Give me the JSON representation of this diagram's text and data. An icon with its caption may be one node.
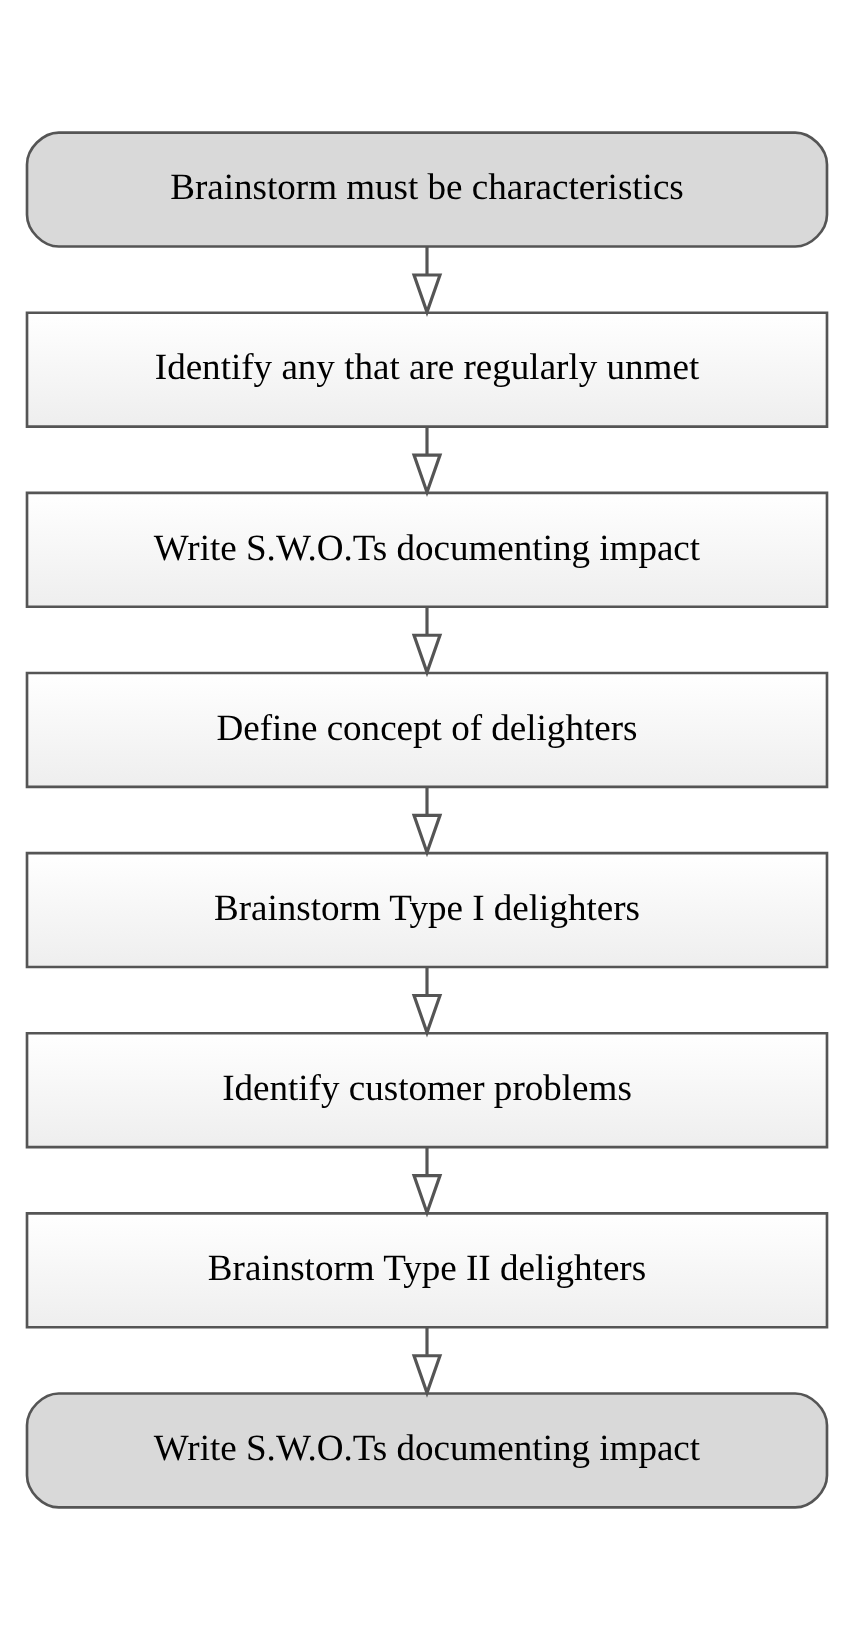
{
  "diagram": {
    "nodes": [
      {
        "text": [
          "Brainstorm must be characteristics"
        ]
      },
      {
        "text": [
          "Identify any that are regularly unmet"
        ]
      },
      {
        "text": [
          "Write S.W.O.Ts documenting impact"
        ]
      },
      {
        "text": [
          "Define concept of delighters"
        ]
      },
      {
        "text": [
          "Brainstorm Type I delighters"
        ]
      },
      {
        "text": [
          "Identify customer problems"
        ]
      },
      {
        "text": [
          "Brainstorm Type II delighters"
        ]
      },
      {
        "text": [
          "Write S.W.O.Ts documenting impact"
        ]
      }
    ],
    "edges": [
      {
        "from": 0,
        "to": 1,
        "arrow": "to"
      },
      {
        "from": 1,
        "to": 2,
        "arrow": "to"
      },
      {
        "from": 2,
        "to": 3,
        "arrow": "to"
      },
      {
        "from": 3,
        "to": 4,
        "arrow": "to"
      },
      {
        "from": 4,
        "to": 5,
        "arrow": "to"
      },
      {
        "from": 5,
        "to": 6,
        "arrow": "to"
      },
      {
        "from": 6,
        "to": 7,
        "arrow": "to"
      }
    ]
  }
}
